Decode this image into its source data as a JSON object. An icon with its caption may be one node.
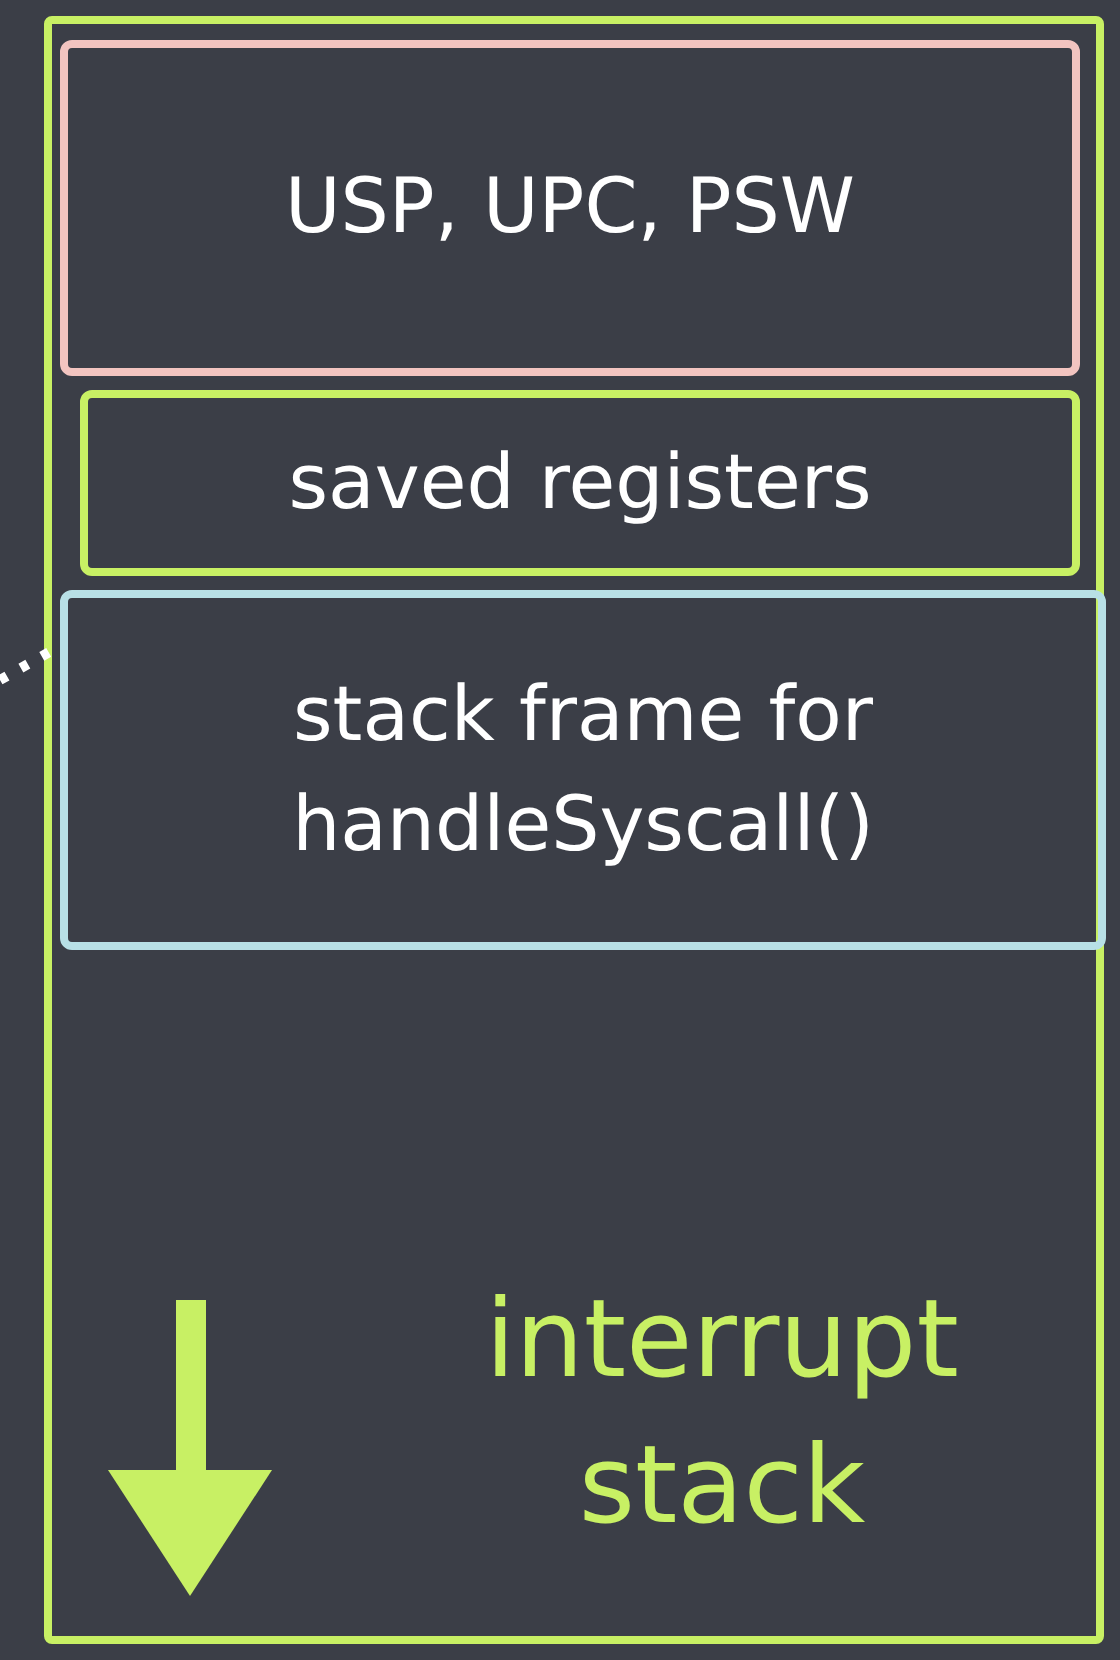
{
  "diagram": {
    "nodes": [
      {
        "text": [
          "interrupt stack"
        ]
      },
      {
        "text": [
          "USP, UPC, PSW"
        ],
        "in": 0
      },
      {
        "text": [
          "saved registers"
        ],
        "in": 0
      },
      {
        "text": [
          "stack frame for handleSyscall()"
        ],
        "in": 0
      }
    ],
    "edges": [
      {
        "from": null,
        "to": 3,
        "arrow": "none",
        "style": "dashed"
      }
    ]
  }
}
